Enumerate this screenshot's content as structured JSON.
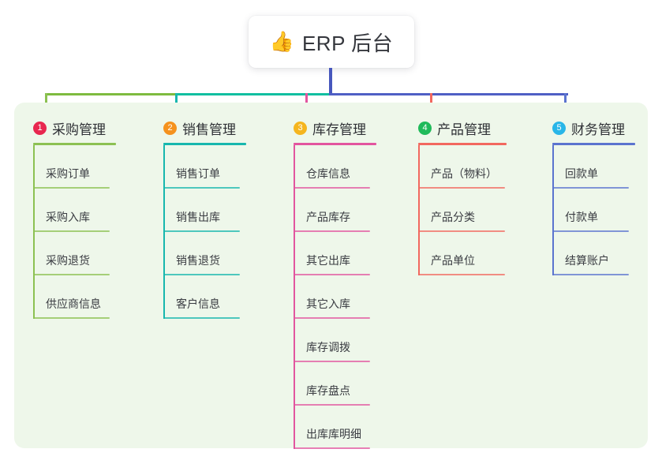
{
  "root": {
    "emoji": "👍",
    "emoji_name": "thumbs-up-icon",
    "title": "ERP 后台"
  },
  "colors": {
    "page_background": "#ffffff",
    "panel_background": "#eef7ea",
    "root_stem": "#4757bd",
    "bus_left": "#7ebb3f",
    "bus_mid": "#11bfa0",
    "bus_right": "#4f5fc4",
    "text": "#3a3c42"
  },
  "columns": [
    {
      "index": "1",
      "badge_color": "#e8274f",
      "line_color": "#8cc152",
      "title": "采购管理",
      "items": [
        "采购订单",
        "采购入库",
        "采购退货",
        "供应商信息"
      ]
    },
    {
      "index": "2",
      "badge_color": "#f5921e",
      "line_color": "#17b7ae",
      "title": "销售管理",
      "items": [
        "销售订单",
        "销售出库",
        "销售退货",
        "客户信息"
      ]
    },
    {
      "index": "3",
      "badge_color": "#f5b51e",
      "line_color": "#e martin",
      "title": "库存管理",
      "items": [
        "仓库信息",
        "产品库存",
        "其它出库",
        "其它入库",
        "库存调拨",
        "库存盘点",
        "出库库明细"
      ]
    },
    {
      "index": "4",
      "badge_color": "#20ba5a",
      "line_color": "#f2685f",
      "title": "产品管理",
      "items": [
        "产品（物料）",
        "产品分类",
        "产品单位"
      ]
    },
    {
      "index": "5",
      "badge_color": "#29b6e8",
      "line_color": "#5b74cf",
      "title": "财务管理",
      "items": [
        "回款单",
        "付款单",
        "结算账户"
      ]
    }
  ]
}
